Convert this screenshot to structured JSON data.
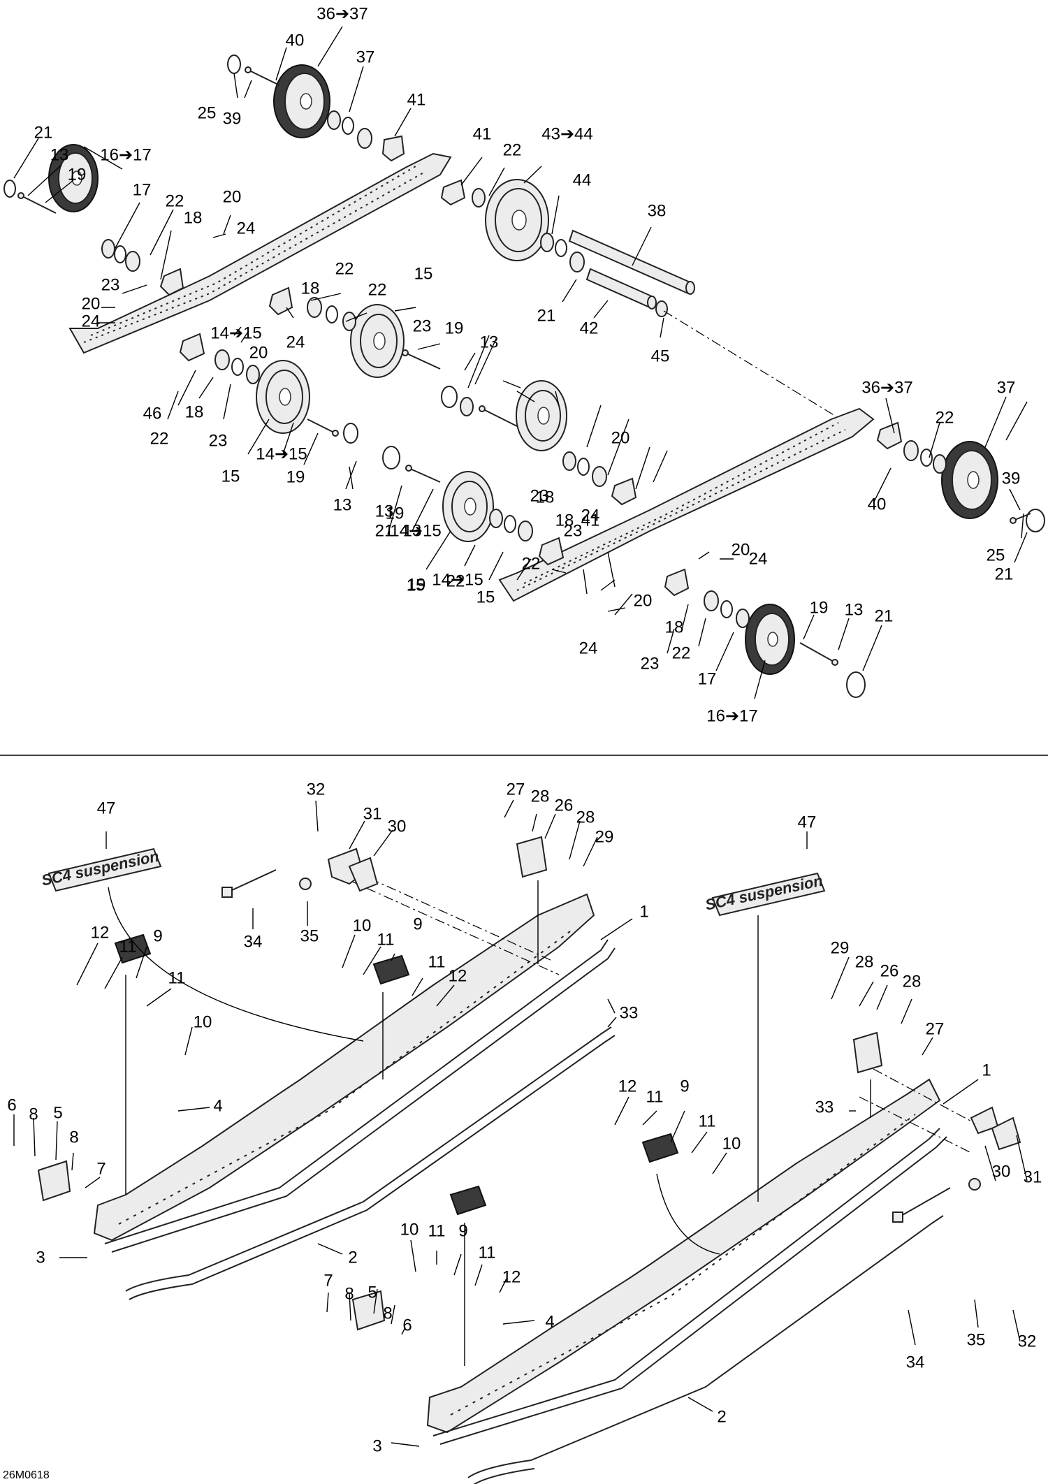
{
  "drawing_code": "26M0618",
  "logo_text": "SC4 suspension",
  "accent_color": "#000000",
  "upper_callouts": [
    "36➔37",
    "40",
    "37",
    "25",
    "39",
    "41",
    "21",
    "13",
    "16➔17",
    "19",
    "17",
    "22",
    "20",
    "24",
    "18",
    "23",
    "20",
    "24",
    "41",
    "22",
    "43➔44",
    "44",
    "38",
    "22",
    "18",
    "22",
    "15",
    "14➔15",
    "20",
    "24",
    "23",
    "19",
    "13",
    "21",
    "42",
    "45",
    "46",
    "18",
    "22",
    "23",
    "15",
    "14➔15",
    "19",
    "13",
    "21",
    "13",
    "19",
    "14➔15",
    "15",
    "22",
    "23",
    "18",
    "41",
    "36➔37",
    "37",
    "22",
    "40",
    "39",
    "25",
    "21",
    "13",
    "19",
    "14➔15",
    "15",
    "22",
    "18",
    "20",
    "24",
    "23",
    "20",
    "24",
    "20",
    "24",
    "18",
    "23",
    "22",
    "17",
    "16➔17",
    "19",
    "13",
    "21"
  ],
  "lower_callouts": [
    "47",
    "32",
    "31",
    "30",
    "27",
    "28",
    "26",
    "28",
    "29",
    "47",
    "34",
    "35",
    "10",
    "11",
    "9",
    "11",
    "12",
    "1",
    "33",
    "12",
    "11",
    "9",
    "11",
    "10",
    "6",
    "8",
    "5",
    "8",
    "7",
    "4",
    "3",
    "2",
    "29",
    "28",
    "26",
    "28",
    "27",
    "12",
    "11",
    "9",
    "11",
    "10",
    "1",
    "33",
    "30",
    "31",
    "10",
    "11",
    "9",
    "11",
    "12",
    "35",
    "32",
    "34",
    "7",
    "8",
    "5",
    "8",
    "6",
    "4",
    "3",
    "2"
  ]
}
